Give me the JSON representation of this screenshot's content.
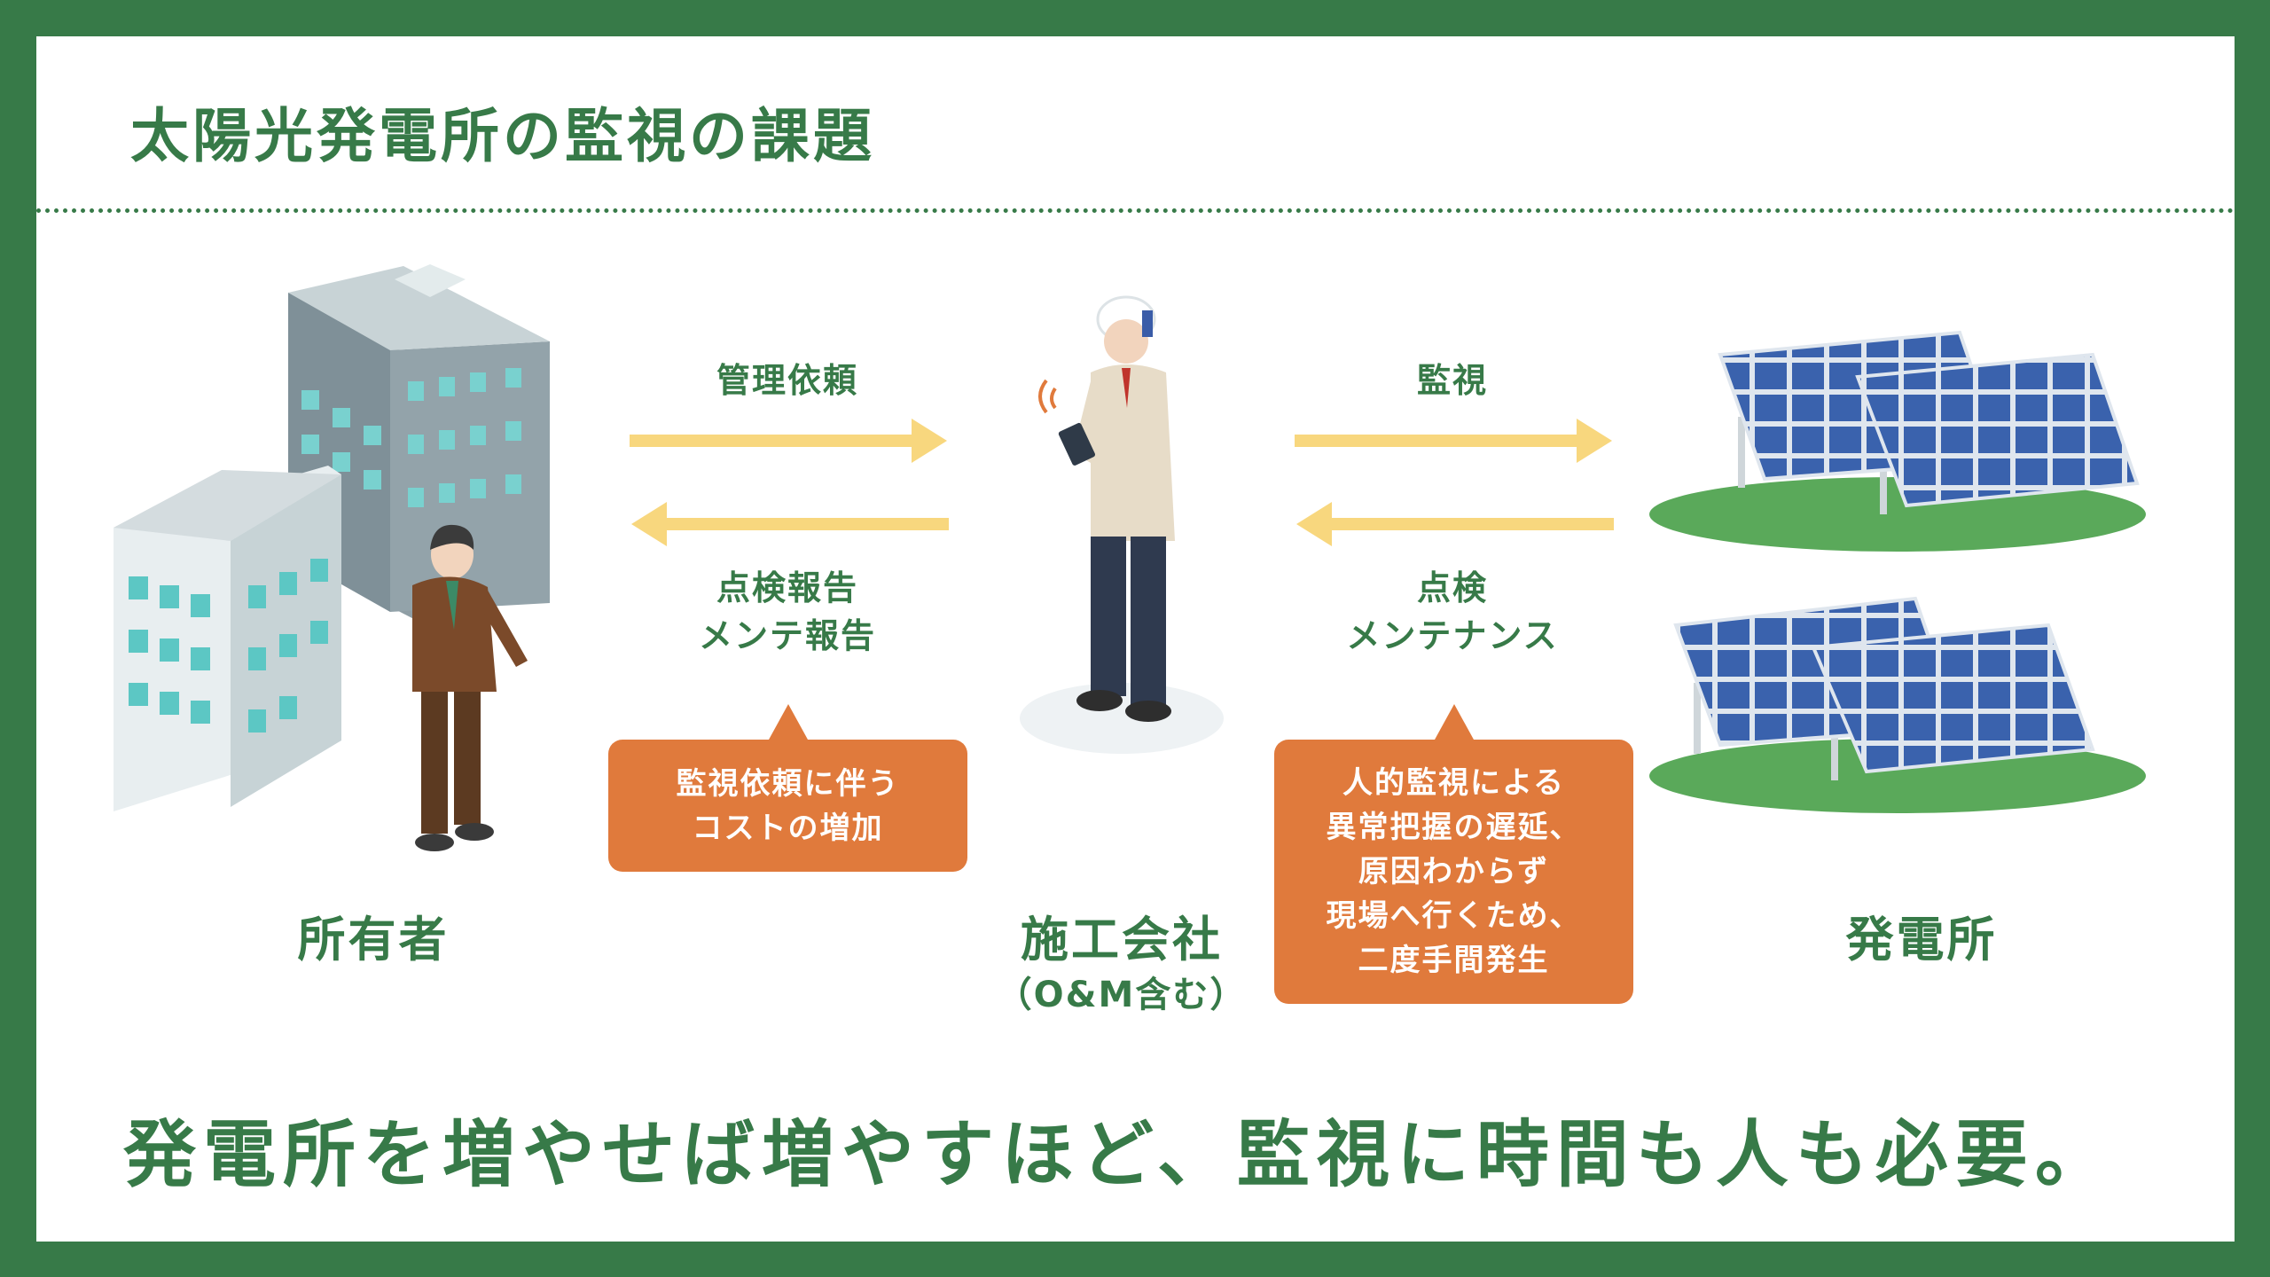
{
  "title": "太陽光発電所の監視の課題",
  "actors": {
    "owner": "所有者",
    "contractor": "施工会社",
    "contractor_sub": "（O&M含む）",
    "plant": "発電所"
  },
  "flows": {
    "owner_to_contractor": "管理依頼",
    "contractor_to_owner": [
      "点検報告",
      "メンテ報告"
    ],
    "contractor_to_plant": "監視",
    "plant_to_contractor": [
      "点検",
      "メンテナンス"
    ]
  },
  "issues": {
    "cost": [
      "監視依頼に伴う",
      "コストの増加"
    ],
    "human": [
      "人的監視による",
      "異常把握の遅延、",
      "原因わからず",
      "現場へ行くため、",
      "二度手間発生"
    ]
  },
  "conclusion": "発電所を増やせば増やすほど、監視に時間も人も必要。",
  "colors": {
    "frame": "#377a48",
    "arrow": "#f8d77e",
    "callout": "#e07a3c"
  }
}
